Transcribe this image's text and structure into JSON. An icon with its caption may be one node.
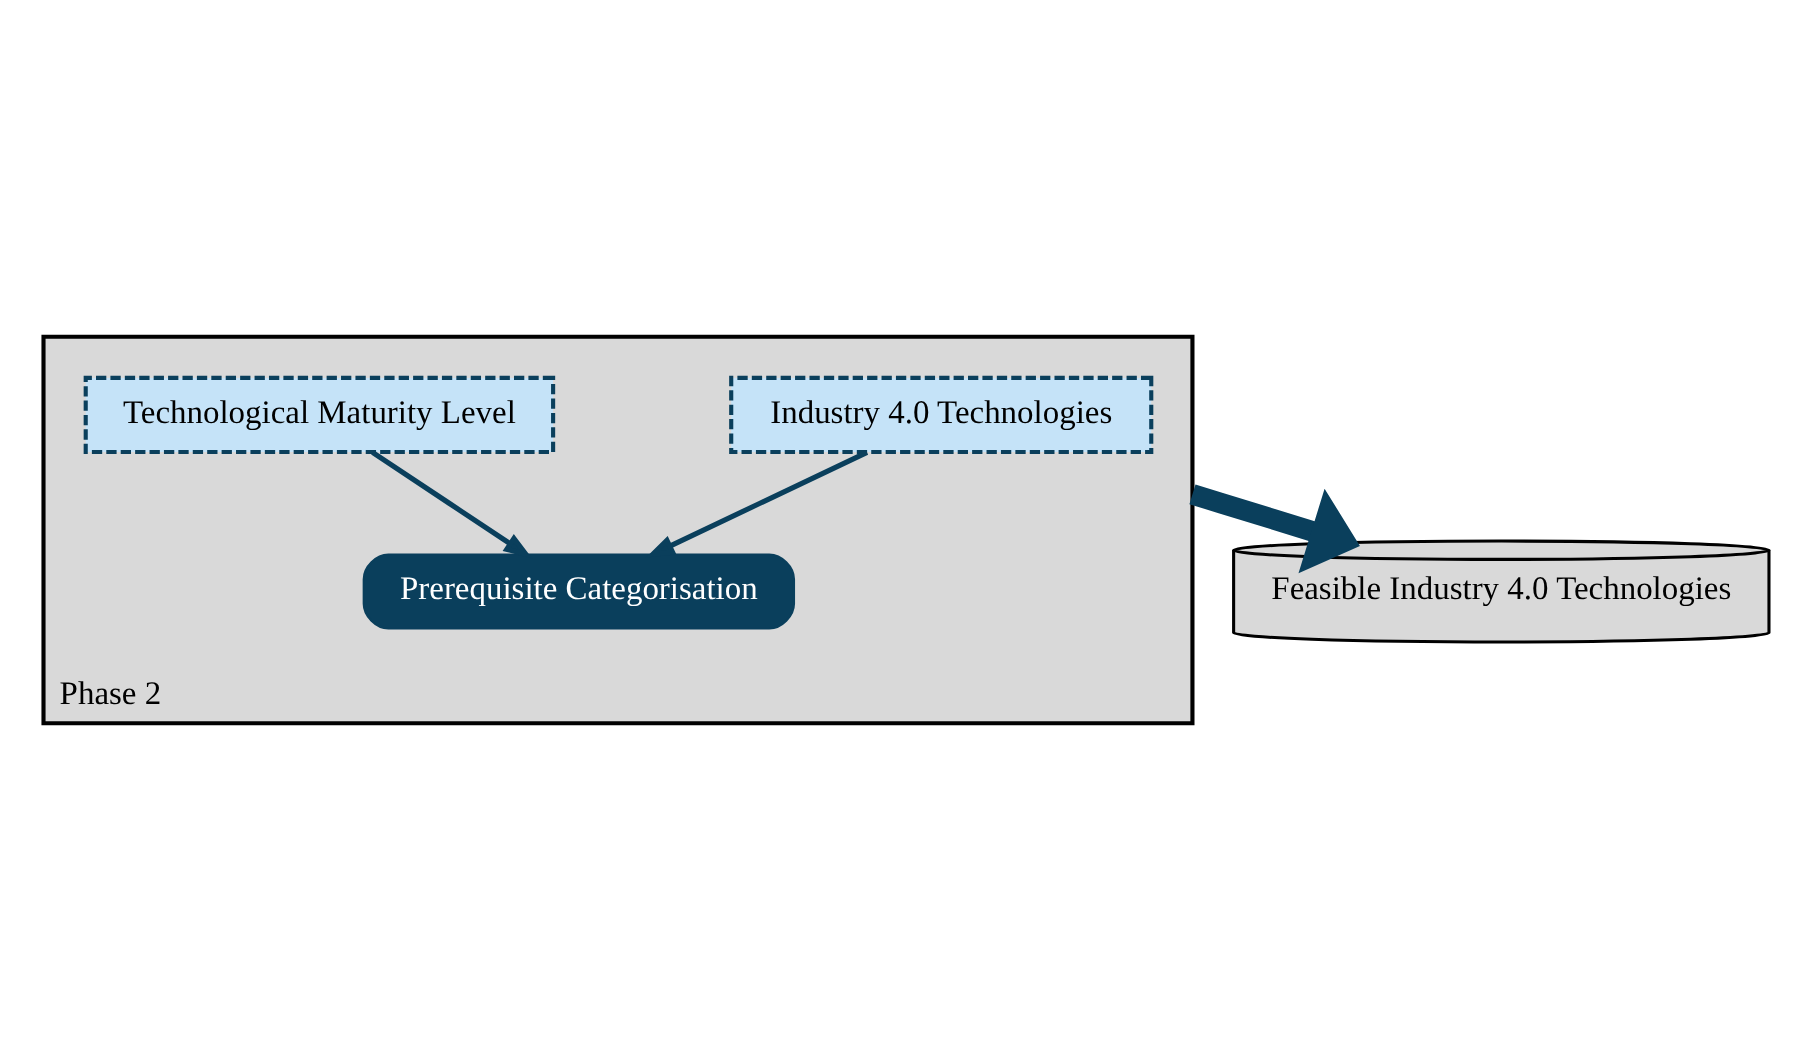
{
  "diagram": {
    "nodes": [
      {
        "text": [
          "Phase 2"
        ]
      },
      {
        "text": [
          "Industry 4.0 Technologies"
        ],
        "in": 0
      },
      {
        "text": [
          "Technological Maturity Level"
        ],
        "in": 0
      },
      {
        "text": [
          "Prerequisite Categorisation"
        ],
        "in": 0
      },
      {
        "text": [
          "Feasible Industry 4.0 Technologies"
        ]
      }
    ],
    "edges": [
      {
        "from": 1,
        "to": 3,
        "arrow": "to"
      },
      {
        "from": 2,
        "to": 3,
        "arrow": "to"
      },
      {
        "from": 0,
        "to": 4,
        "arrow": "to",
        "style": "thick"
      }
    ]
  }
}
